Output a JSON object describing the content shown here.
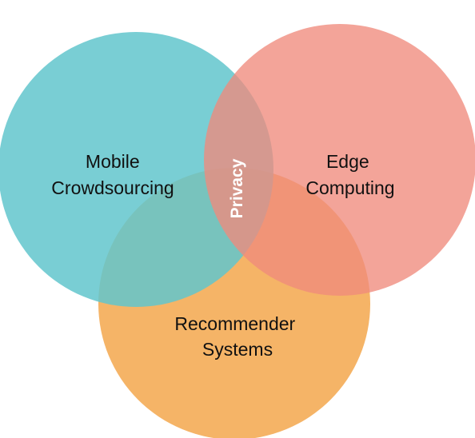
{
  "diagram": {
    "type": "venn",
    "sets": [
      {
        "id": "mobile-crowdsourcing",
        "label_lines": [
          "Mobile",
          "Crowdsourcing"
        ],
        "color": "#62c6cd"
      },
      {
        "id": "edge-computing",
        "label_lines": [
          "Edge",
          "Computing"
        ],
        "color": "#ef8a7c"
      },
      {
        "id": "recommender-systems",
        "label_lines": [
          "Recommender",
          "Systems"
        ],
        "color": "#f4aa52"
      }
    ],
    "center_label": "Privacy"
  }
}
